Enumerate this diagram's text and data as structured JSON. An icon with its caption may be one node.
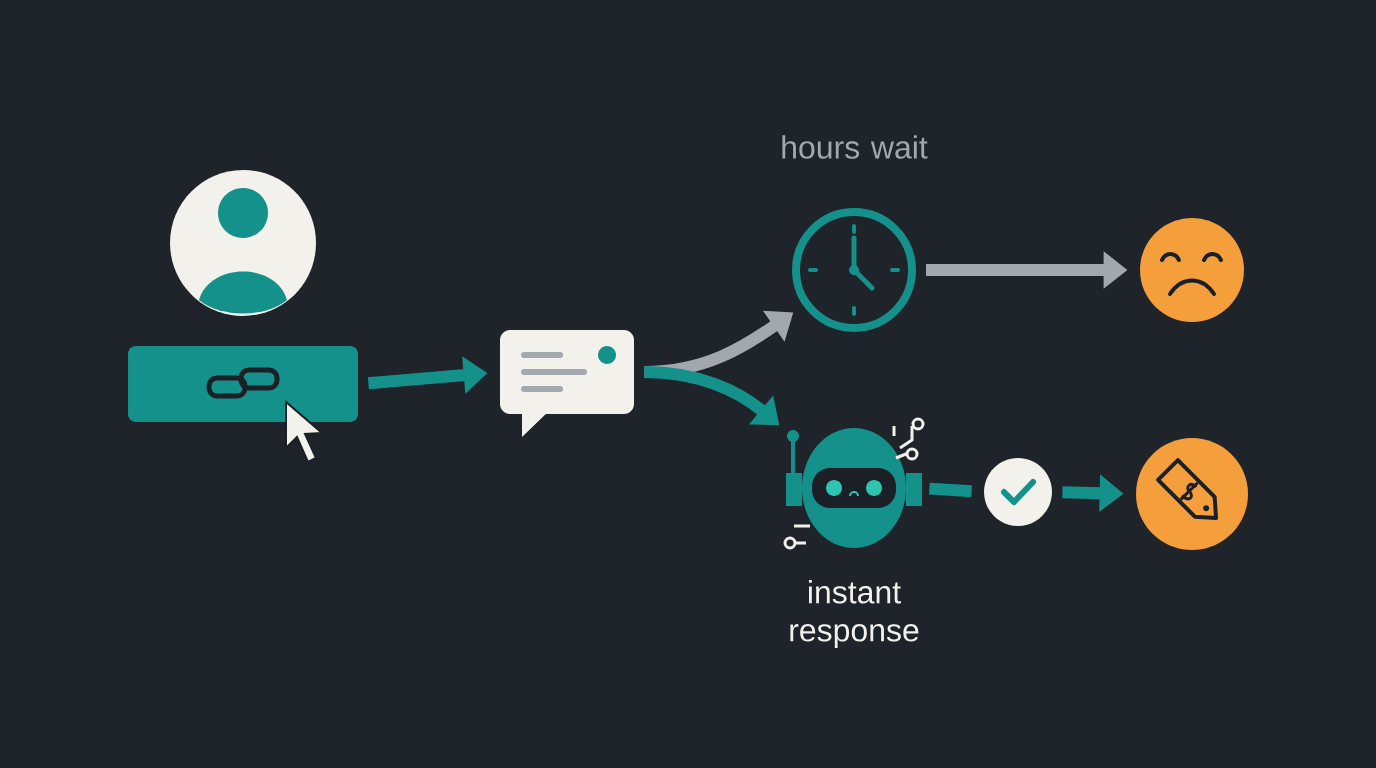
{
  "diagram": {
    "nodes": [
      {
        "text": [],
        "shape": "box"
      },
      {
        "text": [],
        "shape": "box"
      },
      {
        "text": [],
        "shape": "circle",
        "beside": [
          "hours wait"
        ]
      },
      {
        "text": [],
        "shape": "picture",
        "beside": [
          "instant response"
        ]
      },
      {
        "text": [],
        "shape": "circle"
      },
      {
        "text": [],
        "shape": "circle"
      },
      {
        "text": [],
        "shape": "circle"
      }
    ],
    "edges": [
      {
        "from": 0,
        "to": 1,
        "arrow": "to"
      },
      {
        "from": 1,
        "to": 2,
        "arrow": "to",
        "color": "#a3a7ae"
      },
      {
        "from": 1,
        "to": 3,
        "arrow": "to"
      },
      {
        "from": 2,
        "to": 4,
        "arrow": "to",
        "color": "#a3a7ae"
      },
      {
        "from": 3,
        "to": 5,
        "arrow": "none"
      },
      {
        "from": 5,
        "to": 6,
        "arrow": "to"
      }
    ]
  }
}
